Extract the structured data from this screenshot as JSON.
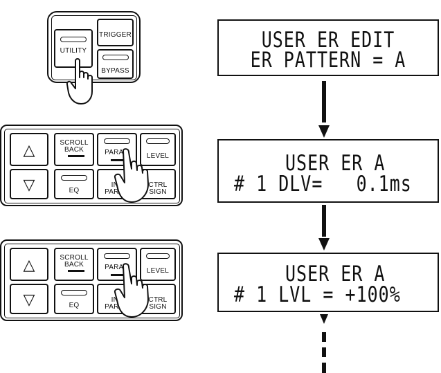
{
  "buttons": {
    "utility": "UTILITY",
    "trigger": "TRIGGER",
    "bypass": "BYPASS",
    "scroll_back": "SCROLL\nBACK",
    "param": "PARAM",
    "level": "LEVEL",
    "eq": "EQ",
    "int_param": "INT\nPARAM",
    "ctrl_sign": "CTRL\nSIGN",
    "up_icon": "up-triangle-icon",
    "down_icon": "down-triangle-icon"
  },
  "screens": [
    {
      "line1": "USER ER EDIT",
      "line2": "ER PATTERN = A"
    },
    {
      "line1": "USER ER A",
      "line2": "# 1 DLV=   0.1ms"
    },
    {
      "line1": "USER ER A",
      "line2": "# 1 LVL = +100%"
    }
  ]
}
